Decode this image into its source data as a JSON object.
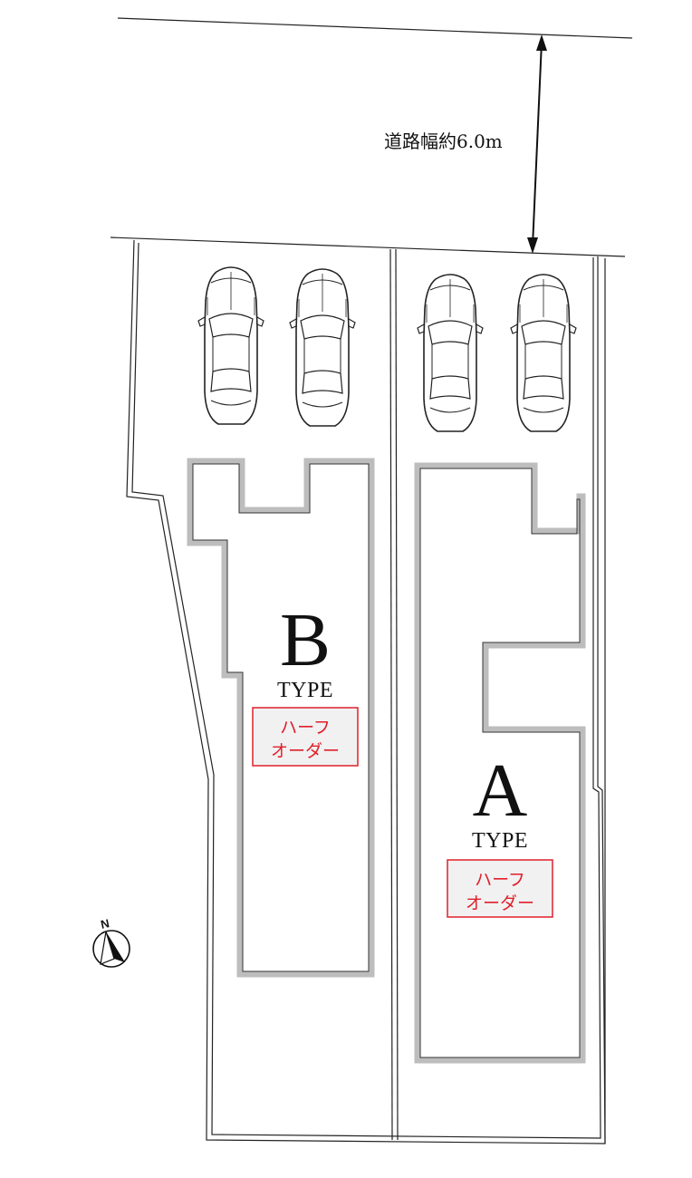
{
  "road": {
    "width_label": "道路幅約6.0m"
  },
  "compass": {
    "north_label": "N",
    "icon": "north-arrow-icon"
  },
  "lots": [
    {
      "id": "B",
      "letter": "B",
      "type_label": "TYPE",
      "badge_line1": "ハーフ",
      "badge_line2": "オーダー",
      "parking_spaces": 2
    },
    {
      "id": "A",
      "letter": "A",
      "type_label": "TYPE",
      "badge_line1": "ハーフ",
      "badge_line2": "オーダー",
      "parking_spaces": 2
    }
  ],
  "colors": {
    "line": "#222222",
    "building_outline": "#bdbdbd",
    "building_inner": "#333333",
    "badge_border": "#e0202a",
    "badge_text": "#e0202a",
    "badge_fill": "#f1f1f2"
  }
}
